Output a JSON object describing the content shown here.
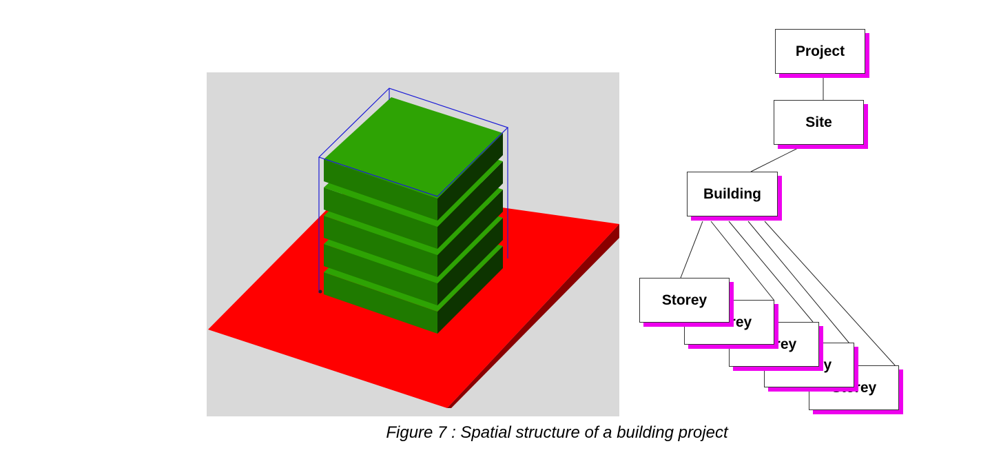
{
  "render": {
    "colors": {
      "background": "#d9d9d9",
      "site": "#ff0000",
      "site_edge": "#8a0000",
      "storey_top": "#2ea304",
      "storey_front": "#1f7a00",
      "storey_side": "#0d3400",
      "bounding_box": "#1a1ad6"
    },
    "storey_count": 5
  },
  "tree": {
    "project": "Project",
    "site": "Site",
    "building": "Building",
    "storeys": [
      "Storey",
      "Storey",
      "Storey",
      "Storey",
      "Storey"
    ],
    "node_shadow_color": "#ee00ee",
    "edges": [
      [
        "project",
        "site"
      ],
      [
        "site",
        "building"
      ],
      [
        "building",
        "storey-1"
      ],
      [
        "building",
        "storey-2"
      ],
      [
        "building",
        "storey-3"
      ],
      [
        "building",
        "storey-4"
      ],
      [
        "building",
        "storey-5"
      ]
    ]
  },
  "caption": "Figure 7 : Spatial structure of a building project"
}
